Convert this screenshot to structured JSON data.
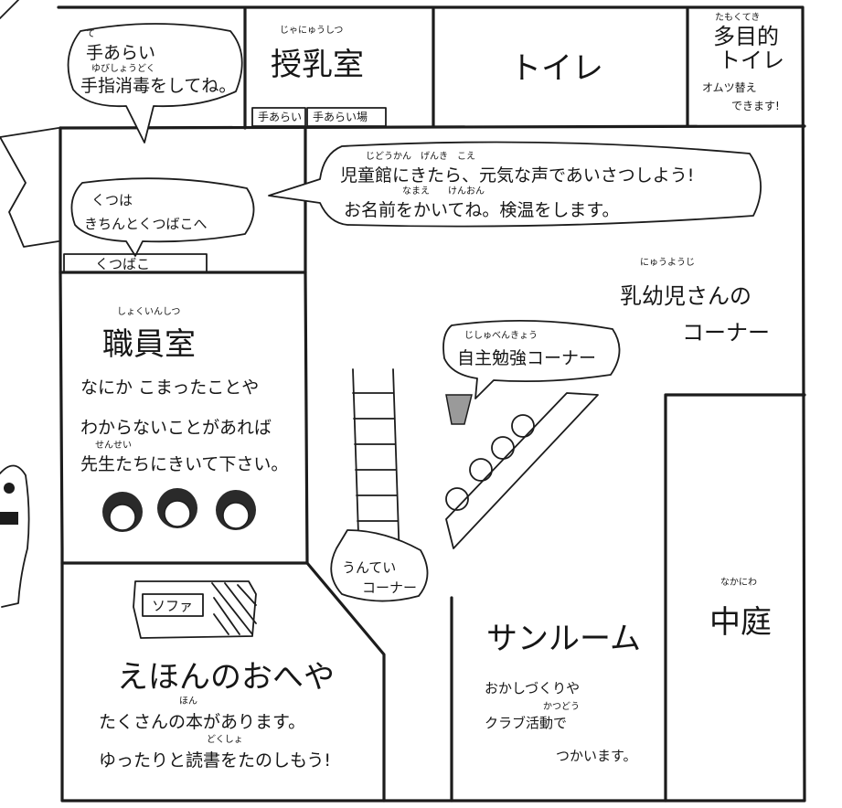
{
  "rooms": {
    "nursing_room": {
      "ruby": "じゃにゅうしつ",
      "name": "授乳室"
    },
    "toilet": {
      "name": "トイレ"
    },
    "multi_toilet": {
      "ruby": "たもくてき",
      "name_line1": "多目的",
      "name_line2": "トイレ",
      "note_line1": "オムツ替え",
      "note_line2": "できます!"
    },
    "staff_room": {
      "ruby": "しょくいんしつ",
      "name": "職員室",
      "line1": "なにか こまったことや",
      "line2": "わからないことがあれば",
      "line3_ruby": "せんせい",
      "line3": "先生たちにきいて下さい。"
    },
    "toddler_corner": {
      "ruby": "にゅうようじ",
      "line1": "乳幼児さんの",
      "line2": "コーナー"
    },
    "picture_book_room": {
      "name": "えほんのおへや",
      "ruby": "ほん",
      "line1": "たくさんの本があります。",
      "line2_ruby": "どくしょ",
      "line2": "ゆったりと読書をたのしもう!"
    },
    "sunroom": {
      "name": "サンルーム",
      "line1": "おかしづくりや",
      "line2_ruby": "かつどう",
      "line2": "クラブ活動で",
      "line3": "つかいます。"
    },
    "courtyard": {
      "ruby": "なかにわ",
      "name": "中庭"
    }
  },
  "labels": {
    "handwash_small": "手あらい",
    "handwash_place": "手あらい場",
    "shoe_box": "くつばこ",
    "sofa": "ソファ"
  },
  "bubbles": {
    "handwash": {
      "line1_ruby": "て",
      "line1": "手あらい",
      "line2_ruby": "ゆびしょうどく",
      "line2": "手指消毒をしてね。"
    },
    "shoes": {
      "line1": "くつは",
      "line2": "きちんとくつばこへ"
    },
    "greeting": {
      "line1_ruby": "じどうかん　げんき　こえ",
      "line1": "児童館にきたら、元気な声であいさつしよう!",
      "line2_ruby": "なまえ　　けんおん",
      "line2": "お名前をかいてね。検温をします。"
    },
    "study": {
      "ruby": "じしゅべんきょう",
      "label": "自主勉強コーナー"
    },
    "exercise": {
      "line1": "うんてい",
      "line2": "コーナー"
    }
  },
  "colors": {
    "ink": "#1c1c1c",
    "paper": "#ffffff"
  }
}
